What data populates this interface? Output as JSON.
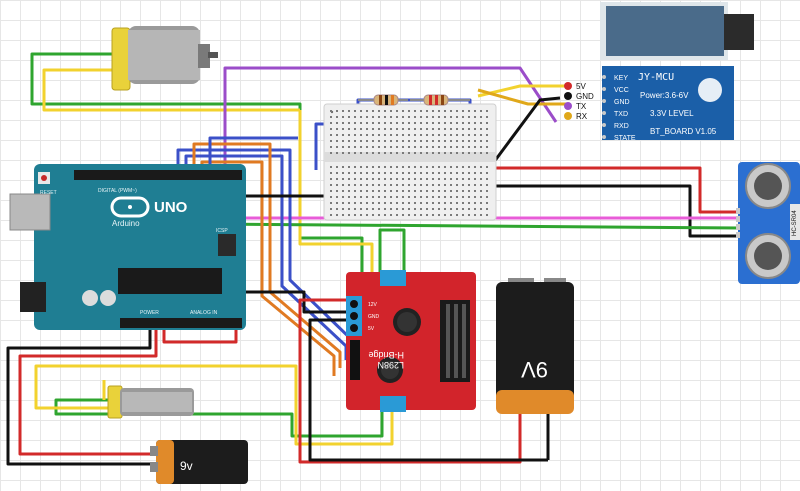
{
  "arduino": {
    "brand": "UNO",
    "maker": "Arduino",
    "reset": "RESET",
    "icsp": "ICSP",
    "header_digital": "DIGITAL (PWM~)",
    "header_power": "POWER",
    "header_analog": "ANALOG IN"
  },
  "bluetooth": {
    "title": "JY-MCU",
    "power": "Power:3.6-6V",
    "level": "3.3V LEVEL",
    "board": "BT_BOARD V1.05",
    "pins": [
      "KEY",
      "VCC",
      "GND",
      "TXD",
      "RXD",
      "STATE"
    ],
    "wire_labels": [
      "5V",
      "GND",
      "TX",
      "RX"
    ]
  },
  "hbridge": {
    "chip": "L298N",
    "name": "H-Bridge",
    "terminals": [
      "12V",
      "GND",
      "5V"
    ]
  },
  "battery_large": {
    "label": "9V"
  },
  "battery_small": {
    "label": "9v"
  },
  "ultrasonic": {
    "label": "HC-SR04"
  },
  "colors": {
    "red": "#d22a2a",
    "black": "#111111",
    "yellow": "#f2d22e",
    "green": "#2fa52f",
    "purple": "#9b4dc9",
    "blue": "#3b50c8",
    "orange": "#e07a22",
    "pink": "#e85cd8",
    "arduino_teal": "#1f7e93",
    "hbridge_red": "#d2242b",
    "bt_blue": "#1b5fa8",
    "sonar_blue": "#2b6fd1"
  }
}
